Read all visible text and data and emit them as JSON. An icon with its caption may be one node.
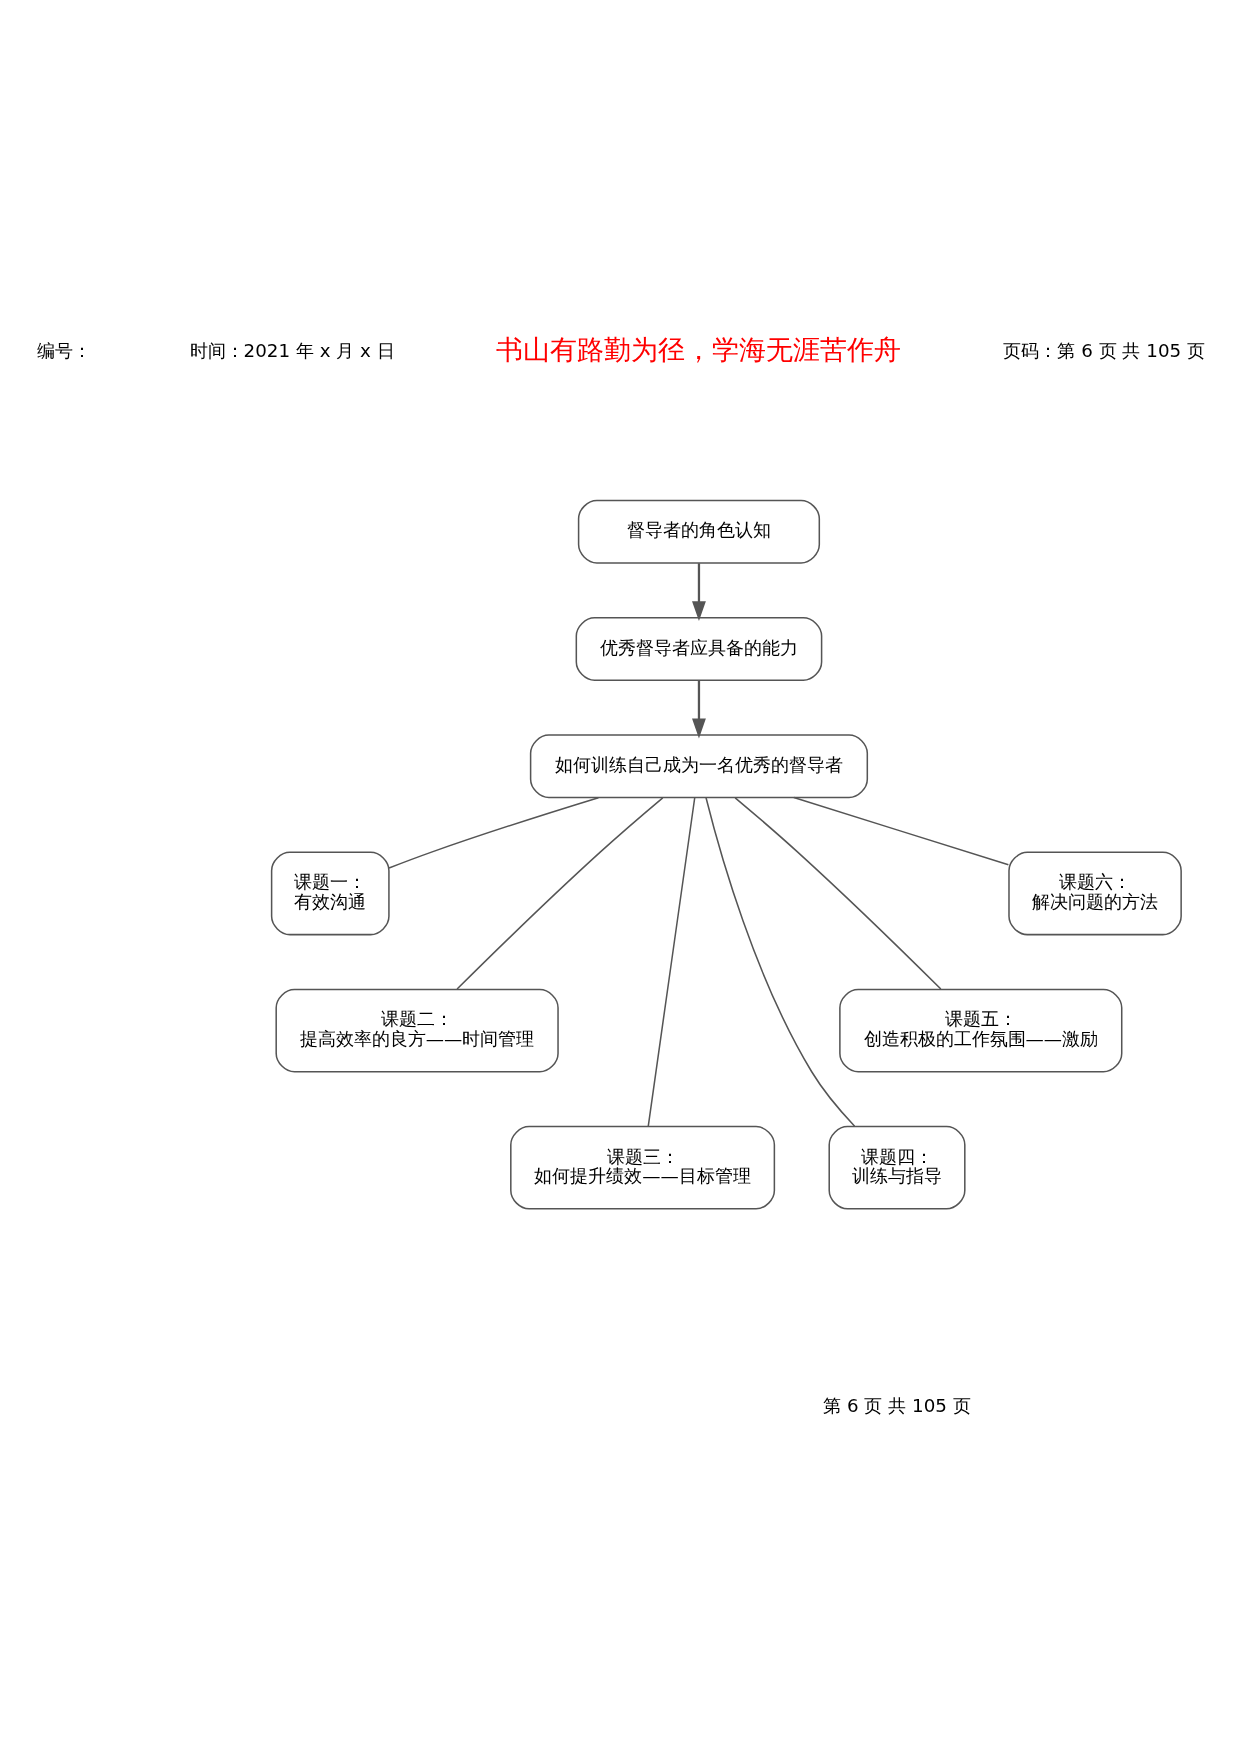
{
  "diagram": {
    "nodes": [
      {
        "text": [
          "督导者的角色认知"
        ]
      },
      {
        "text": [
          "优秀督导者应具备的能力"
        ]
      },
      {
        "text": [
          "如何训练自己成为一名优秀的督导者"
        ]
      },
      {
        "text": [
          "课题一：",
          "有效沟通"
        ]
      },
      {
        "text": [
          "课题二：",
          "提高效率的良方——时间管理"
        ]
      },
      {
        "text": [
          "课题三：",
          "如何提升绩效——目标管理"
        ]
      },
      {
        "text": [
          "课题四：",
          "训练与指导"
        ]
      },
      {
        "text": [
          "课题五：",
          "创造积极的工作氛围——激励"
        ]
      },
      {
        "text": [
          "课题六：",
          "解决问题的方法"
        ]
      }
    ],
    "edges": [
      {
        "from": 0,
        "to": 1,
        "arrow": "to"
      },
      {
        "from": 1,
        "to": 2,
        "arrow": "to"
      },
      {
        "from": 2,
        "to": 3,
        "arrow": "none"
      },
      {
        "from": 2,
        "to": 4,
        "arrow": "none"
      },
      {
        "from": 2,
        "to": 5,
        "arrow": "none"
      },
      {
        "from": 2,
        "to": 6,
        "arrow": "none"
      },
      {
        "from": 2,
        "to": 7,
        "arrow": "none"
      },
      {
        "from": 2,
        "to": 8,
        "arrow": "none"
      }
    ],
    "labels": [
      "编号：",
      "时间：2021 年 x 月 x 日",
      "书山有路勤为径，学海无涯苦作舟",
      "页码：第 6 页 共 105 页",
      "第 6 页 共 105 页"
    ]
  }
}
